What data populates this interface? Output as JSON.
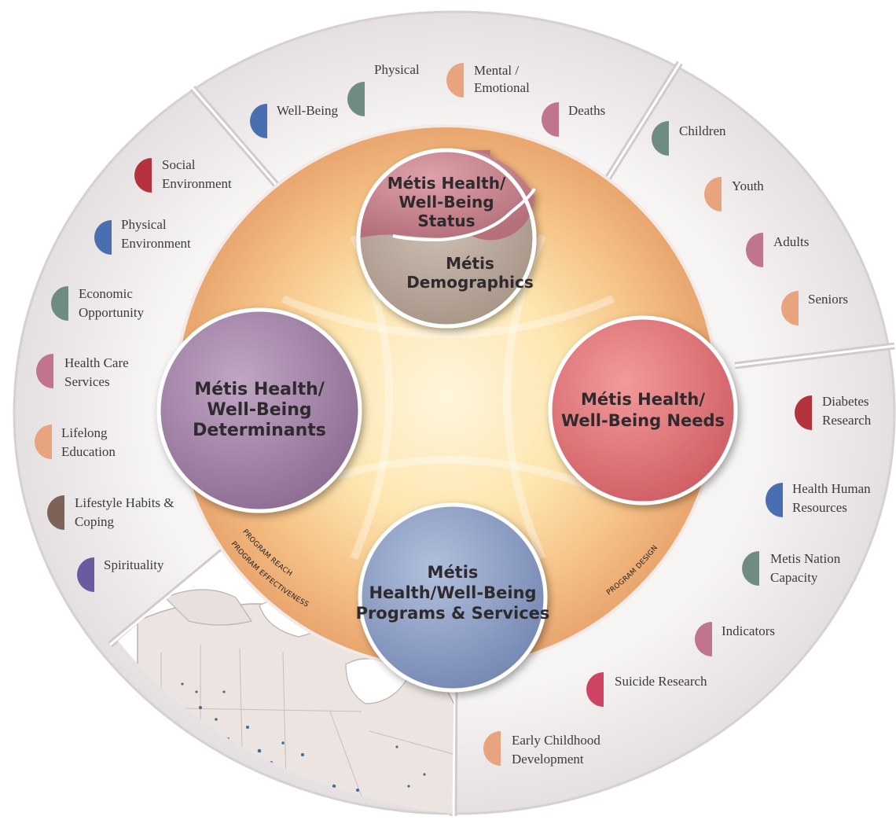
{
  "colors": {
    "status_pink": "#c98a93",
    "demographics_taupe": "#b7a79b",
    "determinants_purple": "#a184a6",
    "needs_red": "#e0767a",
    "programs_blue": "#8fa2c6",
    "ring_bg": "#f2efef",
    "tab_teal": "#6f8c82",
    "tab_peach": "#e7a47f",
    "tab_mauve": "#c1748f",
    "tab_crimson": "#b3323e",
    "tab_blue": "#4a6fb1",
    "tab_brown": "#7d6257",
    "tab_violet": "#6c5aa0",
    "tab_rose": "#cf4363"
  },
  "circles": {
    "status_line1": "Métis Health/",
    "status_line2": "Well-Being",
    "status_line3": "Status",
    "demographics_line1": "Métis",
    "demographics_line2": "Demographics",
    "determinants_line1": "Métis Health/",
    "determinants_line2": "Well-Being",
    "determinants_line3": "Determinants",
    "needs_line1": "Métis Health/",
    "needs_line2": "Well-Being Needs",
    "programs_line1": "Métis",
    "programs_line2": "Health/Well-Being",
    "programs_line3": "Programs & Services"
  },
  "arc_labels": {
    "program_reach": "PROGRAM REACH",
    "program_effectiveness": "PROGRAM EFFECTIVENESS",
    "program_design": "PROGRAM DESIGN"
  },
  "top_segment": {
    "physical": "Physical",
    "mental_line1": "Mental /",
    "mental_line2": "Emotional",
    "well_being": "Well-Being",
    "deaths": "Deaths"
  },
  "left_segment": {
    "social_line1": "Social",
    "social_line2": "Environment",
    "physical_env_line1": "Physical",
    "physical_env_line2": "Environment",
    "economic_line1": "Economic",
    "economic_line2": "Opportunity",
    "health_care_line1": "Health Care",
    "health_care_line2": "Services",
    "lifelong_line1": "Lifelong",
    "lifelong_line2": "Education",
    "lifestyle_line1": "Lifestyle Habits &",
    "lifestyle_line2": "Coping",
    "spirituality": "Spirituality"
  },
  "right_top_segment": {
    "children": "Children",
    "youth": "Youth",
    "adults": "Adults",
    "seniors": "Seniors"
  },
  "right_bottom_segment": {
    "diabetes_line1": "Diabetes",
    "diabetes_line2": "Research",
    "hhr_line1": "Health Human",
    "hhr_line2": "Resources",
    "metis_nation_line1": "Metis Nation",
    "metis_nation_line2": "Capacity",
    "indicators": "Indicators",
    "suicide": "Suicide Research",
    "ecd_line1": "Early Childhood",
    "ecd_line2": "Development"
  }
}
